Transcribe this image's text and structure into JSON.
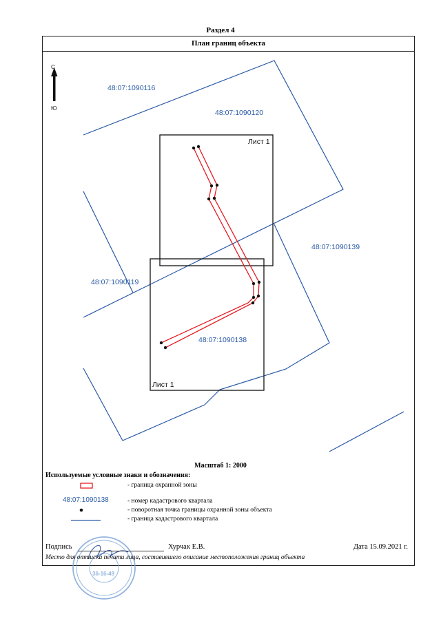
{
  "section_title": "Раздел 4",
  "plan_title": "План границ объекта",
  "compass": {
    "north": "С",
    "south": "Ю"
  },
  "quarter_labels": [
    "48:07:1090116",
    "48:07:1090120",
    "48:07:1090139",
    "48:07:1090119",
    "48:07:1090138"
  ],
  "sheet_labels": [
    "Лист 1",
    "Лист 1"
  ],
  "scale": "Масштаб 1: 2000",
  "legend": {
    "heading": "Используемые условные знаки и обозначения:",
    "items": [
      "- граница охранной зоны",
      "- номер кадастрового квартала",
      "- поворотная точка границы охранной зоны объекта",
      "- граница кадастрового квартала"
    ],
    "sample_code": "48:07:1090138"
  },
  "signature": {
    "label": "Подпись",
    "name": "Хурчак Е.В.",
    "date": "Дата 15.09.2021 г.",
    "place_note": "Место для оттиска печати лица, составившего описание местоположения границ объекта",
    "stamp_text": "36-16-49"
  },
  "colors": {
    "quarter_line": "#2a5aa6",
    "zone_line": "#e31b23",
    "point": "#111111"
  }
}
